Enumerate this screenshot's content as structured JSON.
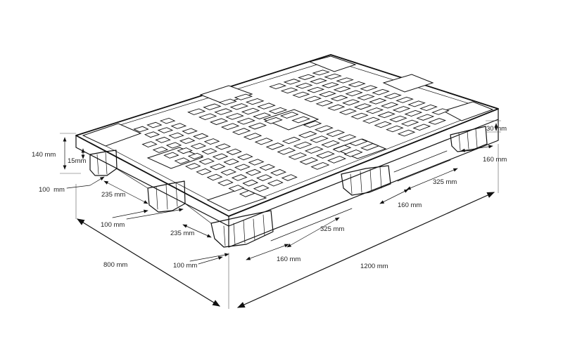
{
  "dimensions": {
    "height_total": "140 mm",
    "deck_thickness_left": "15mm",
    "deck_thickness_right": "30 mm",
    "foot_front_left": "100  mm",
    "foot_front_mid": "100 mm",
    "foot_front_bottom": "100 mm",
    "gap_left_upper": "235 mm",
    "gap_left_lower": "235 mm",
    "block_right_outer": "160 mm",
    "block_right_mid": "160 mm",
    "block_front_bottom": "160 mm",
    "gap_right_upper": "325 mm",
    "gap_right_lower": "325 mm",
    "width": "800 mm",
    "length": "1200 mm"
  },
  "colors": {
    "line": "#111111",
    "background": "#ffffff"
  }
}
